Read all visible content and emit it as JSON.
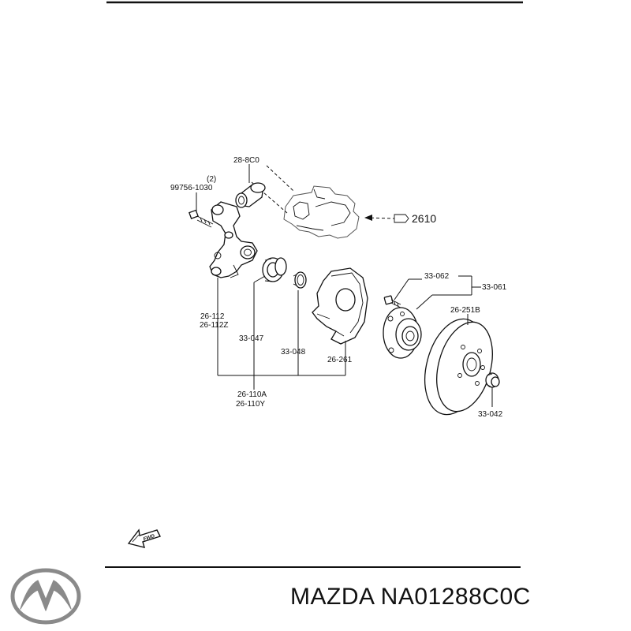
{
  "footer": {
    "brand_part_label": "MAZDA NA01288C0C"
  },
  "fwd_label": "FWD",
  "parts": {
    "p_28_8c0": "28-8C0",
    "p_qty": "(2)",
    "p_99756": "99756-1030",
    "p_2610": "2610",
    "p_26_112": "26-112",
    "p_26_112z": "26-112Z",
    "p_33_047": "33-047",
    "p_33_048": "33-048",
    "p_26_261": "26-261",
    "p_26_110a": "26-110A",
    "p_26_110y": "26-110Y",
    "p_33_062": "33-062",
    "p_33_061": "33-061",
    "p_26_251b": "26-251B",
    "p_33_042": "33-042"
  }
}
